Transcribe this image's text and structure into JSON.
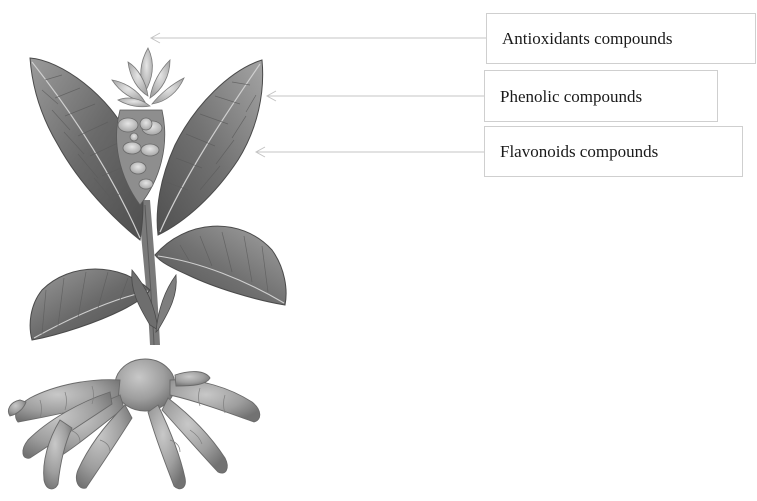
{
  "labels": [
    {
      "id": "antioxidants",
      "text": "Antioxidants compounds"
    },
    {
      "id": "phenolic",
      "text": "Phenolic compounds"
    },
    {
      "id": "flavonoids",
      "text": "Flavonoids compounds"
    }
  ],
  "illustration": {
    "subject": "turmeric-plant-icon",
    "palette": {
      "leaf_dark": "#5a5a5a",
      "leaf_mid": "#8a8a8a",
      "leaf_light": "#b5b5b5",
      "rhizome": "#a9a9a9",
      "rhizome_shadow": "#7c7c7c",
      "flower": "#d0d0d0",
      "connector": "#c4c4c4"
    }
  }
}
